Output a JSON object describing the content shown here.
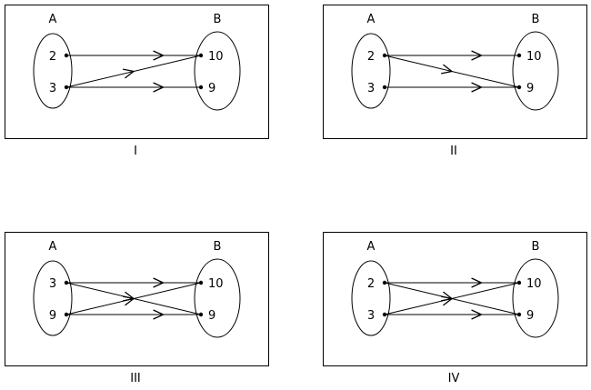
{
  "diagrams": [
    {
      "caption": "I",
      "set_a_label": "A",
      "set_b_label": "B",
      "a_elements": [
        "2",
        "3"
      ],
      "b_elements": [
        "10",
        "9"
      ],
      "mappings": [
        {
          "from": "2",
          "to": "10"
        },
        {
          "from": "3",
          "to": "10"
        },
        {
          "from": "3",
          "to": "9"
        }
      ]
    },
    {
      "caption": "II",
      "set_a_label": "A",
      "set_b_label": "B",
      "a_elements": [
        "2",
        "3"
      ],
      "b_elements": [
        "10",
        "9"
      ],
      "mappings": [
        {
          "from": "2",
          "to": "10"
        },
        {
          "from": "2",
          "to": "9"
        },
        {
          "from": "3",
          "to": "9"
        }
      ]
    },
    {
      "caption": "III",
      "set_a_label": "A",
      "set_b_label": "B",
      "a_elements": [
        "3",
        "9"
      ],
      "b_elements": [
        "10",
        "9"
      ],
      "mappings": [
        {
          "from": "3",
          "to": "10"
        },
        {
          "from": "3",
          "to": "9"
        },
        {
          "from": "9",
          "to": "10"
        },
        {
          "from": "9",
          "to": "9"
        }
      ]
    },
    {
      "caption": "IV",
      "set_a_label": "A",
      "set_b_label": "B",
      "a_elements": [
        "2",
        "3"
      ],
      "b_elements": [
        "10",
        "9"
      ],
      "mappings": [
        {
          "from": "2",
          "to": "10"
        },
        {
          "from": "2",
          "to": "9"
        },
        {
          "from": "3",
          "to": "10"
        },
        {
          "from": "3",
          "to": "9"
        }
      ]
    }
  ]
}
